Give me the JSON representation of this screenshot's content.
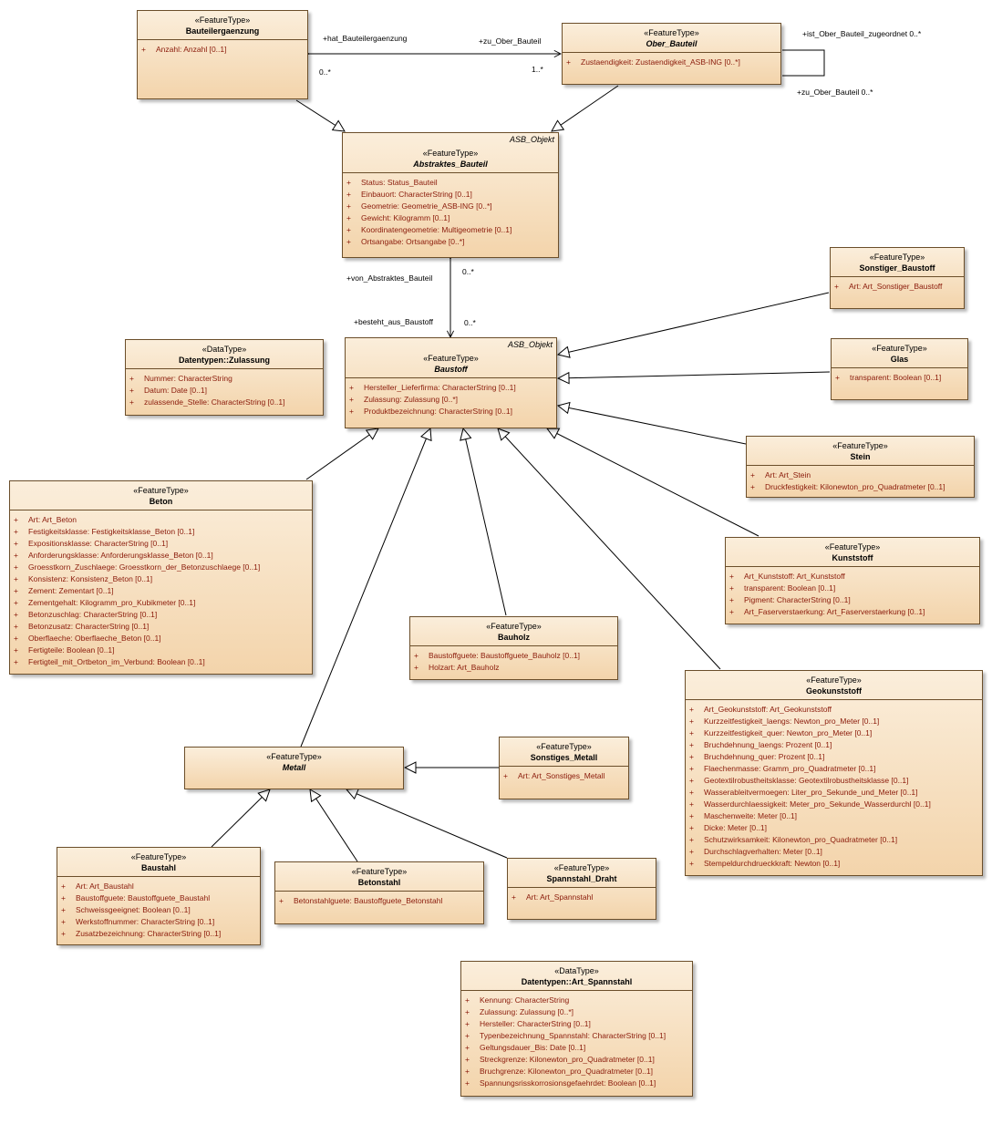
{
  "classes": {
    "bauteilergaenzung": {
      "stereotype": "«FeatureType»",
      "name": "Bauteilergaenzung",
      "attributes": [
        "Anzahl: Anzahl [0..1]"
      ]
    },
    "ober_bauteil": {
      "stereotype": "«FeatureType»",
      "name": "Ober_Bauteil",
      "attributes": [
        "Zustaendigkeit: Zustaendigkeit_ASB-ING [0..*]"
      ]
    },
    "abstraktes_bauteil": {
      "tag": "ASB_Objekt",
      "stereotype": "«FeatureType»",
      "name": "Abstraktes_Bauteil",
      "attributes": [
        "Status: Status_Bauteil",
        "Einbauort: CharacterString [0..1]",
        "Geometrie: Geometrie_ASB-ING [0..*]",
        "Gewicht: Kilogramm [0..1]",
        "Koordinatengeometrie: Multigeometrie [0..1]",
        "Ortsangabe: Ortsangabe [0..*]"
      ]
    },
    "sonstiger_baustoff": {
      "stereotype": "«FeatureType»",
      "name": "Sonstiger_Baustoff",
      "attributes": [
        "Art: Art_Sonstiger_Baustoff"
      ]
    },
    "glas": {
      "stereotype": "«FeatureType»",
      "name": "Glas",
      "attributes": [
        "transparent: Boolean [0..1]"
      ]
    },
    "zulassung": {
      "stereotype": "«DataType»",
      "name": "Datentypen::Zulassung",
      "attributes": [
        "Nummer: CharacterString",
        "Datum: Date [0..1]",
        "zulassende_Stelle: CharacterString [0..1]"
      ]
    },
    "baustoff": {
      "tag": "ASB_Objekt",
      "stereotype": "«FeatureType»",
      "name": "Baustoff",
      "attributes": [
        "Hersteller_Lieferfirma: CharacterString [0..1]",
        "Zulassung: Zulassung [0..*]",
        "Produktbezeichnung: CharacterString [0..1]"
      ]
    },
    "stein": {
      "stereotype": "«FeatureType»",
      "name": "Stein",
      "attributes": [
        "Art: Art_Stein",
        "Druckfestigkeit: Kilonewton_pro_Quadratmeter [0..1]"
      ]
    },
    "beton": {
      "stereotype": "«FeatureType»",
      "name": "Beton",
      "attributes": [
        "Art: Art_Beton",
        "Festigkeitsklasse: Festigkeitsklasse_Beton [0..1]",
        "Expositionsklasse: CharacterString [0..1]",
        "Anforderungsklasse: Anforderungsklasse_Beton [0..1]",
        "Groesstkorn_Zuschlaege: Groesstkorn_der_Betonzuschlaege [0..1]",
        "Konsistenz: Konsistenz_Beton [0..1]",
        "Zement: Zementart [0..1]",
        "Zementgehalt: Kilogramm_pro_Kubikmeter [0..1]",
        "Betonzuschlag: CharacterString [0..1]",
        "Betonzusatz: CharacterString [0..1]",
        "Oberflaeche: Oberflaeche_Beton [0..1]",
        "Fertigteile: Boolean [0..1]",
        "Fertigteil_mit_Ortbeton_im_Verbund: Boolean [0..1]"
      ]
    },
    "kunststoff": {
      "stereotype": "«FeatureType»",
      "name": "Kunststoff",
      "attributes": [
        "Art_Kunststoff: Art_Kunststoff",
        "transparent: Boolean [0..1]",
        "Pigment: CharacterString [0..1]",
        "Art_Faserverstaerkung: Art_Faserverstaerkung [0..1]"
      ]
    },
    "bauholz": {
      "stereotype": "«FeatureType»",
      "name": "Bauholz",
      "attributes": [
        "Baustoffguete: Baustoffguete_Bauholz [0..1]",
        "Holzart: Art_Bauholz"
      ]
    },
    "geokunststoff": {
      "stereotype": "«FeatureType»",
      "name": "Geokunststoff",
      "attributes": [
        "Art_Geokunststoff: Art_Geokunststoff",
        "Kurzzeitfestigkeit_laengs: Newton_pro_Meter [0..1]",
        "Kurzzeitfestigkeit_quer: Newton_pro_Meter [0..1]",
        "Bruchdehnung_laengs: Prozent [0..1]",
        "Bruchdehnung_quer: Prozent [0..1]",
        "Flaechenmasse: Gramm_pro_Quadratmeter [0..1]",
        "Geotextilrobustheitsklasse: Geotextilrobustheitsklasse [0..1]",
        "Wasserableitvermoegen: Liter_pro_Sekunde_und_Meter [0..1]",
        "Wasserdurchlaessigkeit: Meter_pro_Sekunde_Wasserdurchl [0..1]",
        "Maschenweite: Meter [0..1]",
        "Dicke: Meter [0..1]",
        "Schutzwirksamkeit: Kilonewton_pro_Quadratmeter [0..1]",
        "Durchschlagverhalten: Meter [0..1]",
        "Stempeldurchdrueckkraft: Newton [0..1]"
      ]
    },
    "metall": {
      "stereotype": "«FeatureType»",
      "name": "Metall",
      "attributes": []
    },
    "sonstiges_metall": {
      "stereotype": "«FeatureType»",
      "name": "Sonstiges_Metall",
      "attributes": [
        "Art: Art_Sonstiges_Metall"
      ]
    },
    "baustahl": {
      "stereotype": "«FeatureType»",
      "name": "Baustahl",
      "attributes": [
        "Art: Art_Baustahl",
        "Baustoffguete: Baustoffguete_Baustahl",
        "Schweissgeeignet: Boolean [0..1]",
        "Werkstoffnummer: CharacterString [0..1]",
        "Zusatzbezeichnung: CharacterString [0..1]"
      ]
    },
    "betonstahl": {
      "stereotype": "«FeatureType»",
      "name": "Betonstahl",
      "attributes": [
        "Betonstahlguete: Baustoffguete_Betonstahl"
      ]
    },
    "spannstahl_draht": {
      "stereotype": "«FeatureType»",
      "name": "Spannstahl_Draht",
      "attributes": [
        "Art: Art_Spannstahl"
      ]
    },
    "art_spannstahl": {
      "stereotype": "«DataType»",
      "name": "Datentypen::Art_Spannstahl",
      "attributes": [
        "Kennung: CharacterString",
        "Zulassung: Zulassung [0..*]",
        "Hersteller: CharacterString [0..1]",
        "Typenbezeichnung_Spannstahl: CharacterString [0..1]",
        "Geltungsdauer_Bis: Date [0..1]",
        "Streckgrenze: Kilonewton_pro_Quadratmeter [0..1]",
        "Bruchgrenze: Kilonewton_pro_Quadratmeter [0..1]",
        "Spannungsrisskorrosionsgefaehrdet: Boolean [0..1]"
      ]
    }
  },
  "visibility_symbol": "+",
  "labels": {
    "hat_bauteilergaenzung": "+hat_Bauteilergaenzung",
    "zu_ober_bauteil": "+zu_Ober_Bauteil",
    "mult_0_star_left": "0..*",
    "mult_1_star": "1..*",
    "ist_ober_bauteil_zugeordnet": "+ist_Ober_Bauteil_zugeordnet 0..*",
    "zu_ober_bauteil_self": "+zu_Ober_Bauteil 0..*",
    "von_abstraktes_bauteil": "+von_Abstraktes_Bauteil",
    "mult_0_star_top": "0..*",
    "besteht_aus_baustoff": "+besteht_aus_Baustoff",
    "mult_0_star_bottom": "0..*"
  },
  "colors": {
    "fill_top": "#fbeedb",
    "fill_bottom": "#f3d4ab",
    "border": "#6b4e2a",
    "attribute_text": "#8a1a0a",
    "edge": "#000000"
  }
}
